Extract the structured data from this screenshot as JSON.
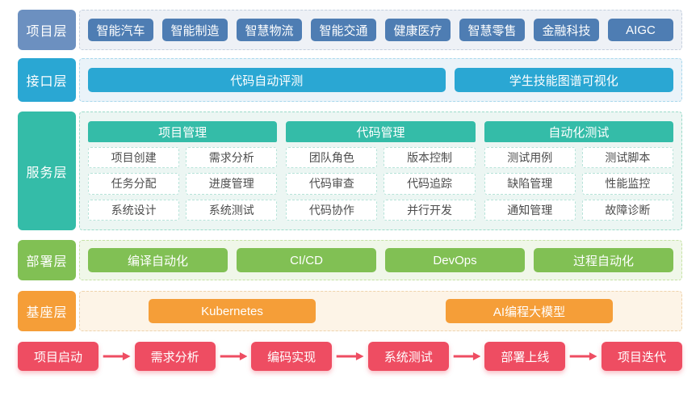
{
  "colors": {
    "blue-label": "#6c90c0",
    "blue-btn": "#4e7db3",
    "cyan": "#2aa7d3",
    "teal": "#34bca8",
    "green": "#81c054",
    "orange": "#f59e38",
    "red": "#ee4d62",
    "item-text": "#4d4d4d",
    "item-border": "#b7e3d9",
    "panel1-bg": "#eef1f6",
    "panel1-border": "#c5d0de",
    "panel2-bg": "#eaf3f9",
    "panel2-border": "#a9d8ec",
    "panel3-bg": "#ecf6f3",
    "panel3-border": "#9cdbca",
    "panel4-bg": "#f0f7e9",
    "panel4-border": "#c6e2a5",
    "panel5-bg": "#fdf4e7",
    "panel5-border": "#eed3ac"
  },
  "layers": {
    "project": {
      "label": "项目层",
      "items": [
        "智能汽车",
        "智能制造",
        "智慧物流",
        "智能交通",
        "健康医疗",
        "智慧零售",
        "金融科技",
        "AIGC"
      ]
    },
    "interface": {
      "label": "接口层",
      "items": [
        "代码自动评测",
        "学生技能图谱可视化"
      ]
    },
    "service": {
      "label": "服务层",
      "groups": [
        {
          "title": "项目管理",
          "items": [
            "项目创建",
            "需求分析",
            "任务分配",
            "进度管理",
            "系统设计",
            "系统测试"
          ]
        },
        {
          "title": "代码管理",
          "items": [
            "团队角色",
            "版本控制",
            "代码审查",
            "代码追踪",
            "代码协作",
            "并行开发"
          ]
        },
        {
          "title": "自动化测试",
          "items": [
            "测试用例",
            "测试脚本",
            "缺陷管理",
            "性能监控",
            "通知管理",
            "故障诊断"
          ]
        }
      ]
    },
    "deploy": {
      "label": "部署层",
      "items": [
        "编译自动化",
        "CI/CD",
        "DevOps",
        "过程自动化"
      ]
    },
    "base": {
      "label": "基座层",
      "items": [
        "Kubernetes",
        "AI编程大模型"
      ]
    },
    "flow": {
      "steps": [
        "项目启动",
        "需求分析",
        "编码实现",
        "系统测试",
        "部署上线",
        "项目迭代"
      ]
    }
  }
}
